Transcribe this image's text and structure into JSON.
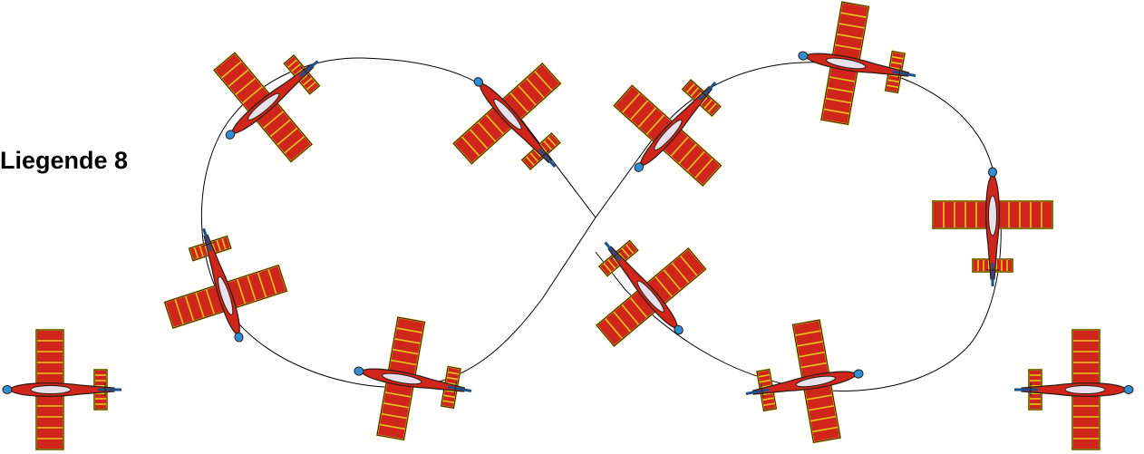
{
  "title": "Liegende 8",
  "colors": {
    "body": "#d0251a",
    "trim": "#e6c619",
    "outline": "#2b1a10",
    "canopy": "#e8e0ea",
    "spinner": "#2f8fd6",
    "path": "#000000",
    "background": "#ffffff"
  },
  "planes": [
    {
      "id": "entry-left",
      "heading": 0
    },
    {
      "id": "left-loop-bottom",
      "heading": 10
    },
    {
      "id": "left-loop-lower-left",
      "heading": -108
    },
    {
      "id": "left-loop-upper-left",
      "heading": -40
    },
    {
      "id": "left-loop-top-crossing",
      "heading": 48
    },
    {
      "id": "right-loop-top-crossing",
      "heading": -48
    },
    {
      "id": "right-loop-top",
      "heading": 10
    },
    {
      "id": "right-loop-right",
      "heading": 90
    },
    {
      "id": "right-loop-lower-crossing",
      "heading": -130
    },
    {
      "id": "right-loop-bottom",
      "heading": 170
    },
    {
      "id": "exit-right",
      "heading": 180
    }
  ]
}
